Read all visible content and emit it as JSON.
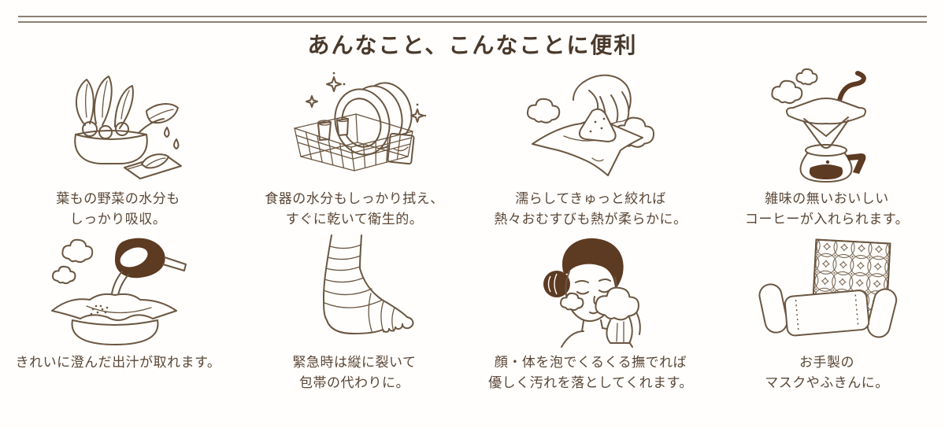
{
  "title": "あんなこと、こんなことに便利",
  "colors": {
    "background": "#fffefc",
    "line_art": "#6b5641",
    "solid_fill": "#5d3a22",
    "caption_text": "#5a4636",
    "title_text": "#4a392b",
    "rule": "#8c8172"
  },
  "items": [
    {
      "name": "vegetables",
      "illustration": "vegetable-bowl-illustration",
      "lines": [
        "葉もの野菜の水分も",
        "しっかり吸収。"
      ]
    },
    {
      "name": "dishes",
      "illustration": "dish-basket-illustration",
      "lines": [
        "食器の水分もしっかり拭え、",
        "すぐに乾いて衛生的。"
      ]
    },
    {
      "name": "onigiri",
      "illustration": "onigiri-wrap-illustration",
      "lines": [
        "濡らしてきゅっと絞れば",
        "熱々おむすびも熱が柔らかに。"
      ]
    },
    {
      "name": "coffee",
      "illustration": "coffee-drip-illustration",
      "lines": [
        "雑味の無いおいしい",
        "コーヒーが入れられます。"
      ]
    },
    {
      "name": "dashi",
      "illustration": "dashi-strain-illustration",
      "lines": [
        "きれいに澄んだ出汁が取れます。"
      ]
    },
    {
      "name": "bandage",
      "illustration": "bandaged-foot-illustration",
      "lines": [
        "緊急時は縦に裂いて",
        "包帯の代わりに。"
      ]
    },
    {
      "name": "face-wash",
      "illustration": "face-washing-illustration",
      "lines": [
        "顔・体を泡でくるくる撫でれば",
        "優しく汚れを落としてくれます。"
      ]
    },
    {
      "name": "handmade",
      "illustration": "mask-and-cloth-illustration",
      "lines": [
        "お手製の",
        "マスクやふきんに。"
      ]
    }
  ]
}
